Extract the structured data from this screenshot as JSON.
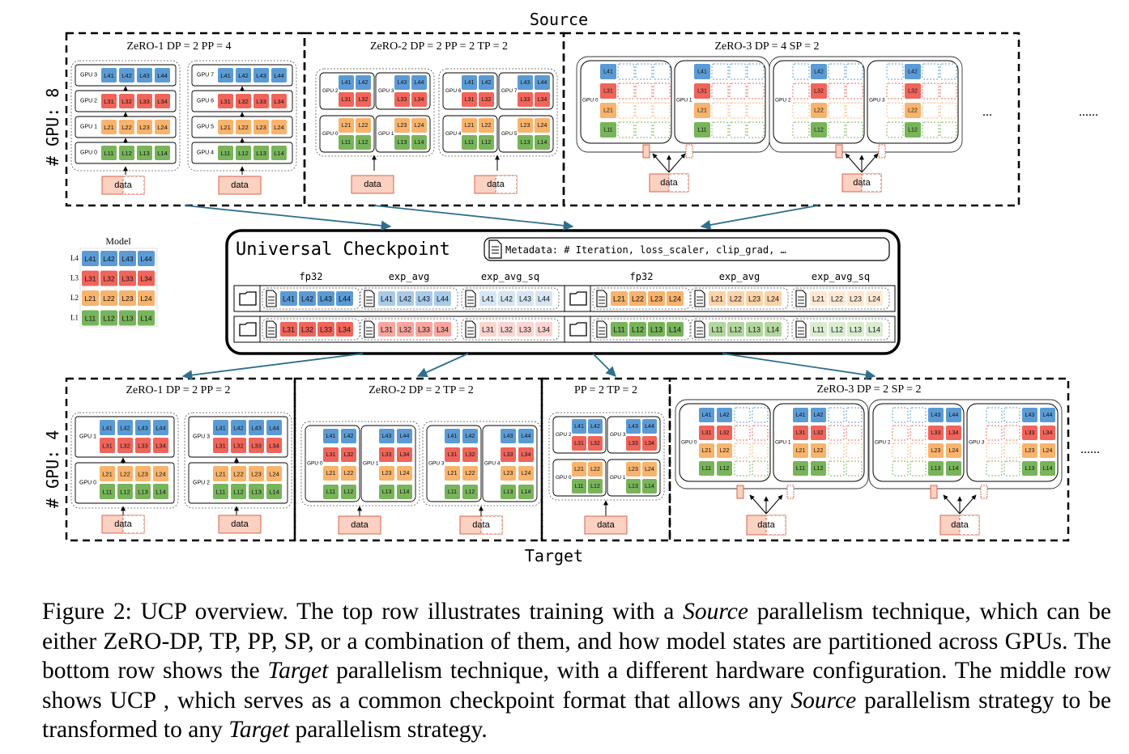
{
  "labels": {
    "source": "Source",
    "target": "Target",
    "gpu_count_top": "# GPU: 8",
    "gpu_count_bottom": "# GPU: 4",
    "ellipsis": "......",
    "ellipsis_short": "...",
    "data": "data"
  },
  "source_configs": [
    "ZeRO-1 DP = 2 PP = 4",
    "ZeRO-2 DP = 2 PP = 2 TP = 2",
    "ZeRO-3 DP = 4 SP = 2"
  ],
  "target_configs": [
    "ZeRO-1 DP = 2 PP = 2",
    "ZeRO-2 DP = 2 TP = 2",
    "PP = 2 TP = 2",
    "ZeRO-3 DP = 2 SP = 2"
  ],
  "gpu_labels": {
    "z1_top": [
      "GPU 3",
      "GPU 2",
      "GPU 1",
      "GPU 0",
      "GPU 7",
      "GPU 6",
      "GPU 5",
      "GPU 4"
    ],
    "z2_top": [
      "GPU 2",
      "GPU 3",
      "GPU 0",
      "GPU 1",
      "GPU 6",
      "GPU 7",
      "GPU 4",
      "GPU 5"
    ],
    "z3_top": [
      "GPU 0",
      "GPU 1",
      "GPU 2",
      "GPU 3"
    ],
    "z1_bot": [
      "GPU 1",
      "GPU 0",
      "GPU 3",
      "GPU 2"
    ],
    "z2_bot": [
      "GPU 0",
      "GPU 1",
      "GPU 3",
      "GPU 4"
    ],
    "pp_bot": [
      "GPU 2",
      "GPU 3",
      "GPU 0",
      "GPU 1"
    ],
    "z3_bot": [
      "GPU 0",
      "GPU 1",
      "GPU 2",
      "GPU 3"
    ]
  },
  "layers": {
    "L4": [
      "L41",
      "L42",
      "L43",
      "L44"
    ],
    "L3": [
      "L31",
      "L32",
      "L33",
      "L34"
    ],
    "L2": [
      "L21",
      "L22",
      "L23",
      "L24"
    ],
    "L1": [
      "L11",
      "L12",
      "L13",
      "L14"
    ]
  },
  "model": {
    "title": "Model",
    "row_labels": [
      "L4",
      "L3",
      "L2",
      "L1"
    ]
  },
  "ucp": {
    "title": "Universal Checkpoint",
    "metadata": "Metadata: # Iteration, loss_scaler, clip_grad, …",
    "state_headers": [
      "fp32",
      "exp_avg",
      "exp_avg_sq"
    ]
  },
  "colors": {
    "L4": "#5b9bd5",
    "L4_light": "#a9cbe9",
    "L4_pale": "#d6e6f4",
    "L3": "#f0645a",
    "L3_light": "#f7a59e",
    "L3_pale": "#fbd5d1",
    "L2": "#f8b36c",
    "L2_light": "#fbd3a7",
    "L2_pale": "#fde9d3",
    "L1": "#78b45a",
    "L1_light": "#b2d79e",
    "L1_pale": "#dbedd1",
    "data_fill": "#fbd1c1",
    "data_stroke": "#d9644a",
    "arrow": "#2e6f8e"
  },
  "caption": {
    "figure_label": "Figure 2:",
    "parts": [
      " UCP overview. The top row illustrates training with a ",
      "Source",
      " parallelism technique, which can be either ZeRO-DP, TP, PP, SP, or a combination of them, and how model states are partitioned across GPUs. The bottom row shows the ",
      "Target",
      " parallelism technique, with a different hardware configuration. The middle row shows UCP , which serves as a common checkpoint format that allows any ",
      "Source",
      " parallelism strategy to be transformed to any ",
      "Target",
      " parallelism strategy."
    ]
  }
}
